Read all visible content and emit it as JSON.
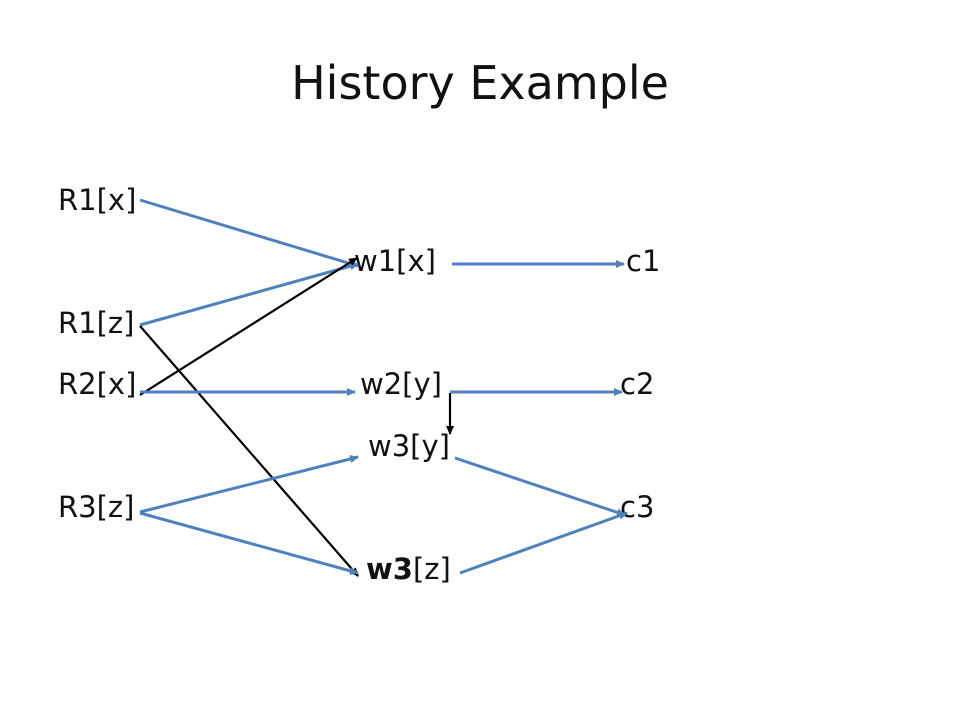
{
  "title": "History Example",
  "colors": {
    "blue_edge": "#4F81BD",
    "black_edge": "#000000",
    "text": "#111111"
  },
  "nodes": {
    "r1x": {
      "label": "R1[x]"
    },
    "w1x": {
      "label": "w1[x]"
    },
    "c1": {
      "label": "c1"
    },
    "r1z": {
      "label": "R1[z]"
    },
    "r2x": {
      "label": "R2[x]"
    },
    "w2y": {
      "label": "w2[y]"
    },
    "c2": {
      "label": "c2"
    },
    "w3y": {
      "label": "w3[y]"
    },
    "r3z": {
      "label": "R3[z]"
    },
    "c3": {
      "label": "c3"
    },
    "w3z": {
      "label_bold": "w3",
      "label_rest": "[z]"
    }
  },
  "edges": [
    {
      "from": "r1x",
      "to": "w1x",
      "color": "blue"
    },
    {
      "from": "r1z",
      "to": "w1x",
      "color": "blue"
    },
    {
      "from": "r2x",
      "to": "w1x",
      "color": "black"
    },
    {
      "from": "r1z",
      "to": "w3z",
      "color": "black"
    },
    {
      "from": "r2x",
      "to": "w2y",
      "color": "blue"
    },
    {
      "from": "w1x",
      "to": "c1",
      "color": "blue"
    },
    {
      "from": "w2y",
      "to": "c2",
      "color": "blue"
    },
    {
      "from": "w2y",
      "to": "w3y",
      "color": "black"
    },
    {
      "from": "r3z",
      "to": "w3y",
      "color": "blue"
    },
    {
      "from": "r3z",
      "to": "w3z",
      "color": "blue"
    },
    {
      "from": "w3y",
      "to": "c3",
      "color": "blue"
    },
    {
      "from": "w3z",
      "to": "c3",
      "color": "blue"
    }
  ]
}
